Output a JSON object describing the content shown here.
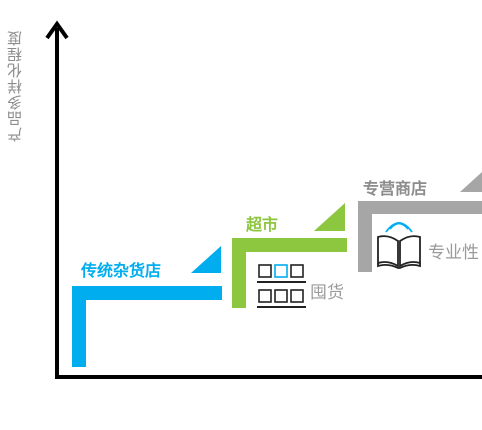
{
  "y_axis_label": "产品多样化程度",
  "stages": [
    {
      "name": "传统杂货店",
      "color": "#00aeef"
    },
    {
      "name": "超市",
      "color": "#8dc63f",
      "feature": "囤货",
      "feature_icon": "shelf-grid-icon"
    },
    {
      "name": "专营商店",
      "color": "#a6a6a6",
      "feature": "专业性",
      "feature_icon": "open-book-signal-icon"
    }
  ],
  "colors": {
    "axis": "#000000",
    "text_gray": "#9a9a9a"
  }
}
